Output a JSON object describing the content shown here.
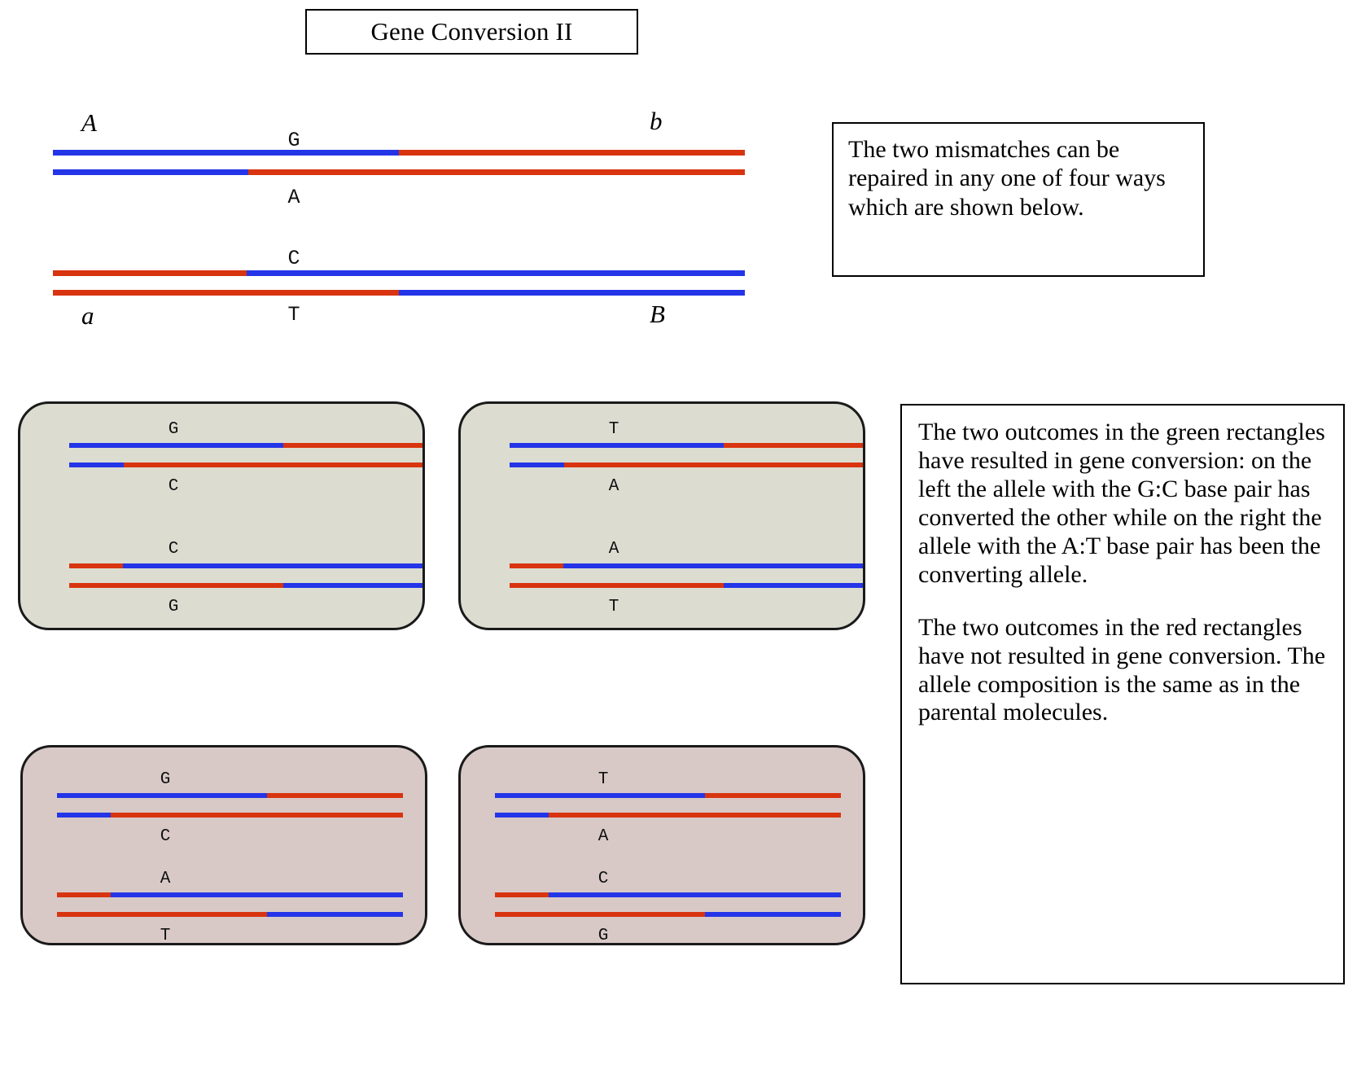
{
  "title": {
    "text": "Gene Conversion II"
  },
  "colors": {
    "blue_strand": "#2435e8",
    "red_strand": "#d8340f",
    "green_box_fill": "#dcddd0",
    "red_box_fill": "#d8c9c7",
    "box_border": "#1a1a1a",
    "text": "#000000"
  },
  "parental": {
    "allele_labels": {
      "top_left": "A",
      "top_right": "b",
      "bottom_left": "a",
      "bottom_right": "B"
    },
    "duplex_top": {
      "mismatch_top_base": "G",
      "mismatch_bottom_base": "A"
    },
    "duplex_bottom": {
      "mismatch_top_base": "C",
      "mismatch_bottom_base": "T"
    }
  },
  "outcomes": [
    {
      "id": "outcome-green-left",
      "style": "green",
      "duplex_top": {
        "top_base": "G",
        "bottom_base": "C"
      },
      "duplex_bottom": {
        "top_base": "C",
        "bottom_base": "G"
      }
    },
    {
      "id": "outcome-green-right",
      "style": "green",
      "duplex_top": {
        "top_base": "T",
        "bottom_base": "A"
      },
      "duplex_bottom": {
        "top_base": "A",
        "bottom_base": "T"
      }
    },
    {
      "id": "outcome-red-left",
      "style": "red",
      "duplex_top": {
        "top_base": "G",
        "bottom_base": "C"
      },
      "duplex_bottom": {
        "top_base": "A",
        "bottom_base": "T"
      }
    },
    {
      "id": "outcome-red-right",
      "style": "red",
      "duplex_top": {
        "top_base": "T",
        "bottom_base": "A"
      },
      "duplex_bottom": {
        "top_base": "C",
        "bottom_base": "G"
      }
    }
  ],
  "notes": {
    "top": "The two mismatches can be repaired in any one of four ways which are shown below.",
    "bottom_paragraph_1": "The two outcomes in the green rectangles have resulted in gene conversion: on the left the allele with the G:C base pair has converted the other while on the right the allele with the A:T base pair has been the converting allele.",
    "bottom_paragraph_2": "The two outcomes in the red rectangles have not resulted in gene conversion. The allele composition is the same as in the parental molecules."
  }
}
